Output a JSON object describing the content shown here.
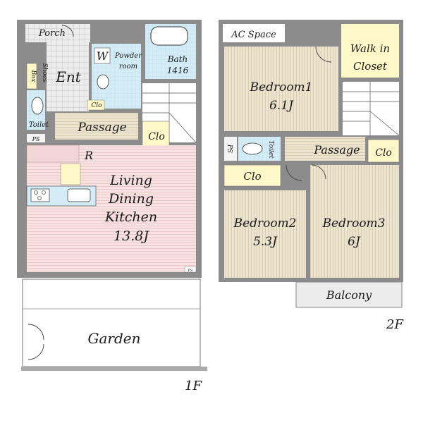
{
  "floors": {
    "first": {
      "label": "1F",
      "rooms": {
        "porch": "Porch",
        "ent": "Ent",
        "shoes_box": [
          "Shoes",
          "Box"
        ],
        "w": "W",
        "powder_room": [
          "Powder",
          "room"
        ],
        "bath": [
          "Bath",
          "1416"
        ],
        "clo_small": "Clo",
        "toilet": "Toilet",
        "ps": "PS",
        "passage": "Passage",
        "clo": "Clo",
        "r": "R",
        "ldk": [
          "Living",
          "Dining",
          "Kitchen",
          "13.8J"
        ],
        "ps_small": "PS",
        "garden": "Garden"
      }
    },
    "second": {
      "label": "2F",
      "rooms": {
        "ac_space": "AC Space",
        "walk_in_closet": [
          "Walk in",
          "Closet"
        ],
        "bedroom1": [
          "Bedroom1",
          "6.1J"
        ],
        "ps": "PS",
        "toilet": "Toilet",
        "passage": "Passage",
        "clo_right": "Clo",
        "clo_left": "Clo",
        "bedroom2": [
          "Bedroom2",
          "5.3J"
        ],
        "bedroom3": [
          "Bedroom3",
          "6J"
        ],
        "balcony": "Balcony"
      }
    }
  },
  "colors": {
    "wall": "#8c8c8c",
    "wood_floor": "#ece4cf",
    "ldk_floor": "#f6dede",
    "wet_area": "#cfe9f4",
    "closet": "#fff8c8",
    "tile": "#e8e8e8"
  }
}
